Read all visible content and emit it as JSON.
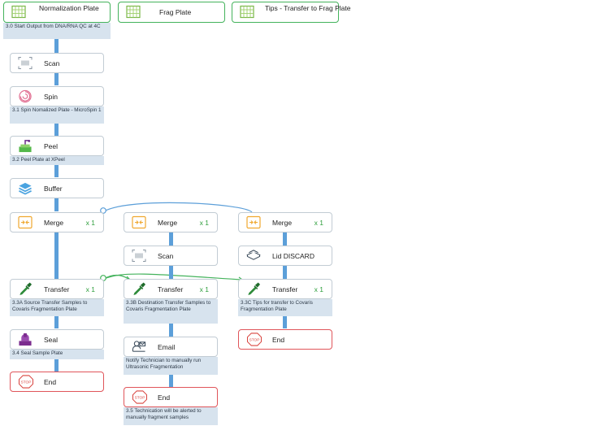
{
  "top_row": {
    "normalization": {
      "label": "Normalization Plate",
      "desc": "3.0 Start Output from DNA/RNA QC at 4C",
      "icon": "plate-icon"
    },
    "frag": {
      "label": "Frag Plate",
      "icon": "plate-icon"
    },
    "tips": {
      "label": "Tips - Transfer to Frag Plate",
      "icon": "plate-icon"
    }
  },
  "col1": {
    "scan": {
      "label": "Scan",
      "icon": "barcode-scan-icon"
    },
    "spin": {
      "label": "Spin",
      "desc": "3.1 Spin Nomalized  Plate - MicroSpin 1",
      "icon": "spin-icon"
    },
    "peel": {
      "label": "Peel",
      "desc": "3.2 Peel Plate at XPeel",
      "icon": "peel-icon"
    },
    "buffer": {
      "label": "Buffer",
      "icon": "layers-icon"
    },
    "merge": {
      "label": "Merge",
      "mult": "x 1",
      "icon": "merge-icon"
    },
    "transfer": {
      "label": "Transfer",
      "mult": "x 1",
      "desc": "3.3A Source Transfer Samples to Covaris Fragmentation Plate",
      "icon": "pipette-icon"
    },
    "seal": {
      "label": "Seal",
      "desc": "3.4 Seal Sample Plate",
      "icon": "seal-icon"
    },
    "end": {
      "label": "End",
      "icon": "stop-icon"
    }
  },
  "col2": {
    "merge": {
      "label": "Merge",
      "mult": "x 1",
      "icon": "merge-icon"
    },
    "scan": {
      "label": "Scan",
      "icon": "barcode-scan-icon"
    },
    "transfer": {
      "label": "Transfer",
      "mult": "x 1",
      "desc": "3.3B Destination Transfer Samples to Covaris Fragmentation Plate",
      "icon": "pipette-icon"
    },
    "email": {
      "label": "Email",
      "desc": "Notify Technician to manually run Ultrasonic Fragmentation",
      "icon": "email-icon"
    },
    "end": {
      "label": "End",
      "desc": "3.5 Technication will be alerted to manually fragment samples",
      "icon": "stop-icon"
    }
  },
  "col3": {
    "merge": {
      "label": "Merge",
      "mult": "x 1",
      "icon": "merge-icon"
    },
    "lid": {
      "label": "Lid DISCARD",
      "icon": "lid-icon"
    },
    "transfer": {
      "label": "Transfer",
      "mult": "x 1",
      "desc": "3.3C Tips for transfer to Covaris Fragmentation Plate",
      "icon": "pipette-icon"
    },
    "end": {
      "label": "End",
      "icon": "stop-icon"
    }
  },
  "colors": {
    "connector": "#5c9fd9",
    "start_border": "#44b35c",
    "end_border": "#e0555a",
    "multiplier": "#2e9e3c",
    "desc_bg": "#d7e3ee"
  },
  "stop_text": "STOP"
}
